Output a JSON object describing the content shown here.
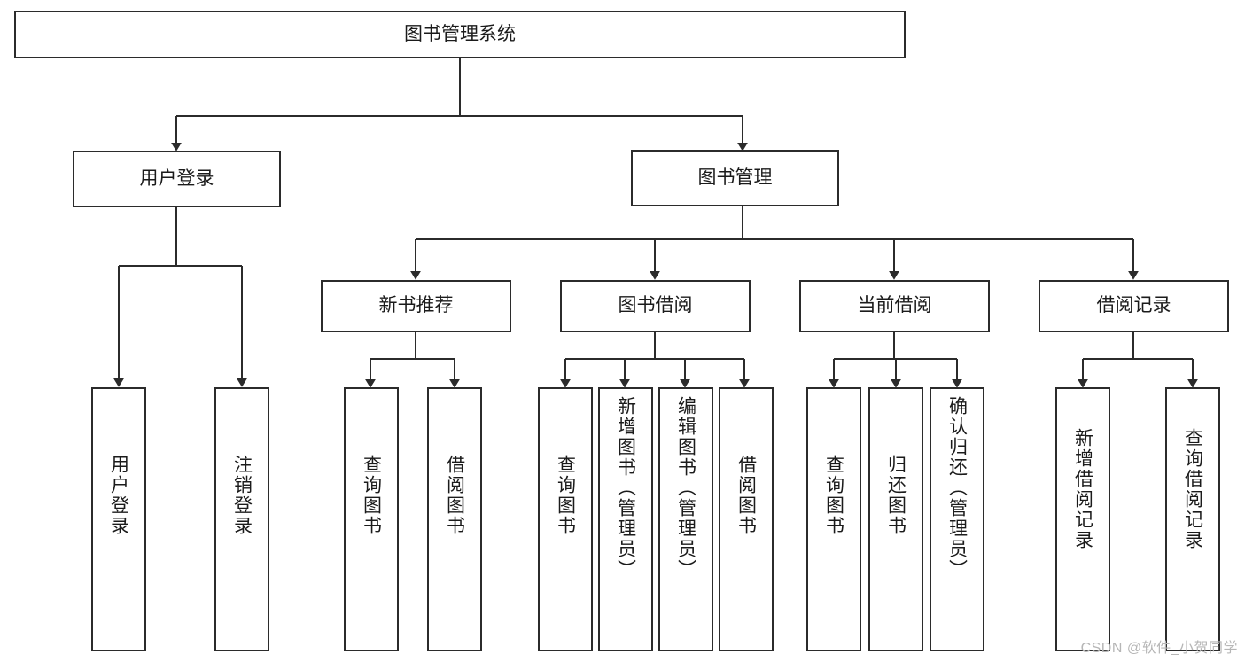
{
  "diagram": {
    "type": "tree-hierarchy-flowchart",
    "title_node": {
      "id": "root",
      "label": "图书管理系统"
    },
    "colors": {
      "node_border": "#2b2b2b",
      "node_fill": "#ffffff",
      "edge": "#2b2b2b",
      "text": "#1b1b1b",
      "watermark": "#b6b6b6",
      "background": "#ffffff"
    },
    "levels": [
      {
        "level": 1,
        "nodes": [
          {
            "id": "root",
            "label": "图书管理系统",
            "orientation": "horizontal"
          }
        ]
      },
      {
        "level": 2,
        "nodes": [
          {
            "id": "user-login",
            "label": "用户登录",
            "orientation": "horizontal",
            "parent": "root"
          },
          {
            "id": "book-manage",
            "label": "图书管理",
            "orientation": "horizontal",
            "parent": "root"
          }
        ]
      },
      {
        "level": 3,
        "nodes": [
          {
            "id": "new-book-rec",
            "label": "新书推荐",
            "orientation": "horizontal",
            "parent": "book-manage"
          },
          {
            "id": "book-borrow",
            "label": "图书借阅",
            "orientation": "horizontal",
            "parent": "book-manage"
          },
          {
            "id": "current-borrow",
            "label": "当前借阅",
            "orientation": "horizontal",
            "parent": "book-manage"
          },
          {
            "id": "borrow-record",
            "label": "借阅记录",
            "orientation": "horizontal",
            "parent": "book-manage"
          }
        ]
      },
      {
        "level": 4,
        "nodes": [
          {
            "id": "leaf-user-login",
            "label": "用户登录",
            "orientation": "vertical",
            "parent": "user-login"
          },
          {
            "id": "leaf-user-logout",
            "label": "注销登录",
            "orientation": "vertical",
            "parent": "user-login"
          },
          {
            "id": "leaf-rec-query",
            "label": "查询图书",
            "orientation": "vertical",
            "parent": "new-book-rec"
          },
          {
            "id": "leaf-rec-borrow",
            "label": "借阅图书",
            "orientation": "vertical",
            "parent": "new-book-rec"
          },
          {
            "id": "leaf-borrow-query",
            "label": "查询图书",
            "orientation": "vertical",
            "parent": "book-borrow"
          },
          {
            "id": "leaf-borrow-add",
            "label": "新增图书（管理员）",
            "orientation": "vertical",
            "parent": "book-borrow"
          },
          {
            "id": "leaf-borrow-edit",
            "label": "编辑图书（管理员）",
            "orientation": "vertical",
            "parent": "book-borrow"
          },
          {
            "id": "leaf-borrow-lend",
            "label": "借阅图书",
            "orientation": "vertical",
            "parent": "book-borrow"
          },
          {
            "id": "leaf-cur-query",
            "label": "查询图书",
            "orientation": "vertical",
            "parent": "current-borrow"
          },
          {
            "id": "leaf-cur-return",
            "label": "归还图书",
            "orientation": "vertical",
            "parent": "current-borrow"
          },
          {
            "id": "leaf-cur-confirm",
            "label": "确认归还（管理员）",
            "orientation": "vertical",
            "parent": "current-borrow"
          },
          {
            "id": "leaf-rec-add",
            "label": "新增借阅记录",
            "orientation": "vertical",
            "parent": "borrow-record"
          },
          {
            "id": "leaf-rec-search",
            "label": "查询借阅记录",
            "orientation": "vertical",
            "parent": "borrow-record"
          }
        ]
      }
    ]
  },
  "watermark": {
    "text": "CSDN @软件_小贺同学"
  }
}
